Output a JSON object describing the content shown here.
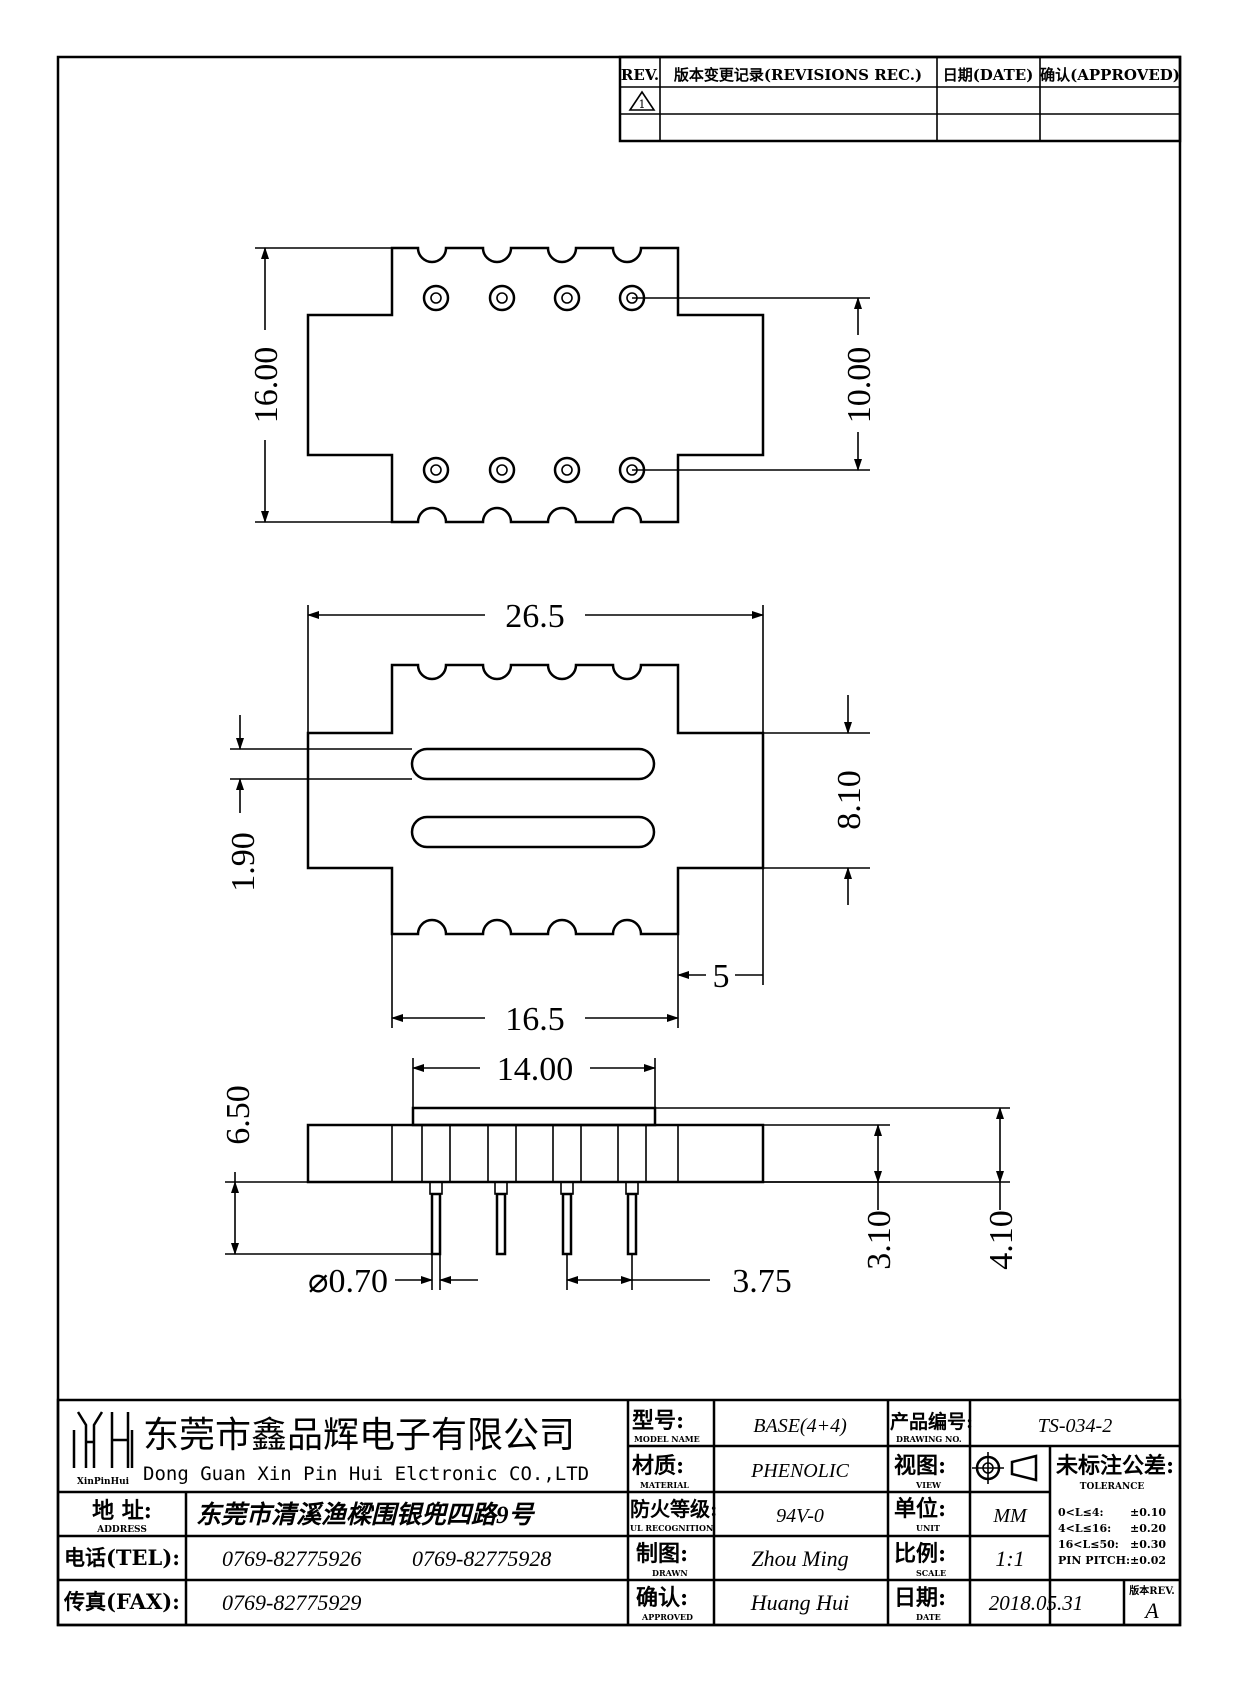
{
  "revision_block": {
    "rev_header": "REV.",
    "revisions_header": "版本变更记录(REVISIONS REC.)",
    "date_header": "日期(DATE)",
    "approved_header": "确认(APPROVED)",
    "rev_symbol": "1"
  },
  "dimensions": {
    "top_height": "16.00",
    "top_pin_span": "10.00",
    "mid_width": "26.5",
    "mid_slot_width": "1.90",
    "mid_flange_height": "8.10",
    "mid_step": "5",
    "mid_body_width": "16.5",
    "side_top_width": "14.00",
    "side_total_height": "6.50",
    "side_pin_dia": "⌀0.70",
    "side_pin_pitch": "3.75",
    "side_body_height": "3.10",
    "side_overall": "4.10"
  },
  "title_block": {
    "company_cn": "东莞市鑫品辉电子有限公司",
    "company_en": "Dong Guan Xin Pin Hui Elctronic CO.,LTD",
    "logo_text": "XinPinHui",
    "address_label": "地 址:",
    "address_label_en": "ADDRESS",
    "address": "东莞市清溪渔樑围银兜四路9号",
    "tel_label": "电话(TEL):",
    "tel1": "0769-82775926",
    "tel2": "0769-82775928",
    "fax_label": "传真(FAX):",
    "fax": "0769-82775929",
    "model_label": "型号:",
    "model_label_en": "MODEL NAME",
    "model": "BASE(4+4)",
    "material_label": "材质:",
    "material_label_en": "MATERIAL",
    "material": "PHENOLIC",
    "ul_label": "防火等级:",
    "ul_label_en": "UL RECOGNITION",
    "ul": "94V-0",
    "drawn_label": "制图:",
    "drawn_label_en": "DRAWN",
    "drawn": "Zhou Ming",
    "approved_label": "确认:",
    "approved_label_en": "APPROVED",
    "approved": "Huang Hui",
    "drawing_no_label": "产品编号:",
    "drawing_no_label_en": "DRAWING NO.",
    "drawing_no": "TS-034-2",
    "view_label": "视图:",
    "view_label_en": "VIEW",
    "unit_label": "单位:",
    "unit_label_en": "UNIT",
    "unit": "MM",
    "scale_label": "比例:",
    "scale_label_en": "SCALE",
    "scale": "1:1",
    "date_label": "日期:",
    "date_label_en": "DATE",
    "date": "2018.05.31",
    "tolerance_label": "未标注公差:",
    "tolerance_label_en": "TOLERANCE",
    "tolerances": [
      {
        "range": "0<L≤4:",
        "value": "±0.10"
      },
      {
        "range": "4<L≤16:",
        "value": "±0.20"
      },
      {
        "range": "16<L≤50:",
        "value": "±0.30"
      },
      {
        "range": "PIN PITCH:",
        "value": "±0.02"
      }
    ],
    "rev_label": "版本REV.",
    "rev": "A"
  }
}
